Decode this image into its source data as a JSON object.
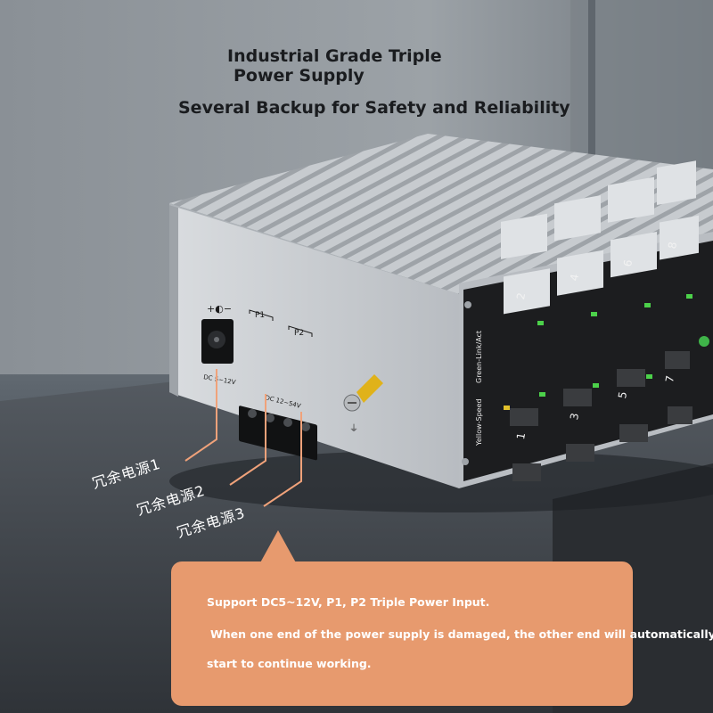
{
  "heading": {
    "line1": "Industrial Grade Triple",
    "line2": "Power Supply",
    "subtitle": "Several Backup for Safety and Reliability"
  },
  "device": {
    "power_label_dc": "DC 5~12V",
    "power_label_p1": "P1",
    "power_label_p2": "P2",
    "terminal_label": "DC 12~54V",
    "side_label_top": "Green-Link/Act",
    "side_label_bottom": "Yellow-Speed",
    "port_numbers_top": [
      "2",
      "4",
      "6",
      "8"
    ],
    "port_numbers_bottom": [
      "1",
      "3",
      "5",
      "7"
    ]
  },
  "annotations": {
    "redundant_1": "冗余电源1",
    "redundant_2": "冗余电源2",
    "redundant_3": "冗余电源3"
  },
  "callout": {
    "line1": "Support DC5~12V, P1, P2 Triple Power Input.",
    "line2": "When one end of the power supply is damaged, the other end will automatically",
    "line3": "start to continue working."
  },
  "colors": {
    "callout_bg": "#e79a6e",
    "leader_line": "#f0a27a",
    "chassis": "#c9ccd0",
    "port_face": "#1c1d1f"
  }
}
